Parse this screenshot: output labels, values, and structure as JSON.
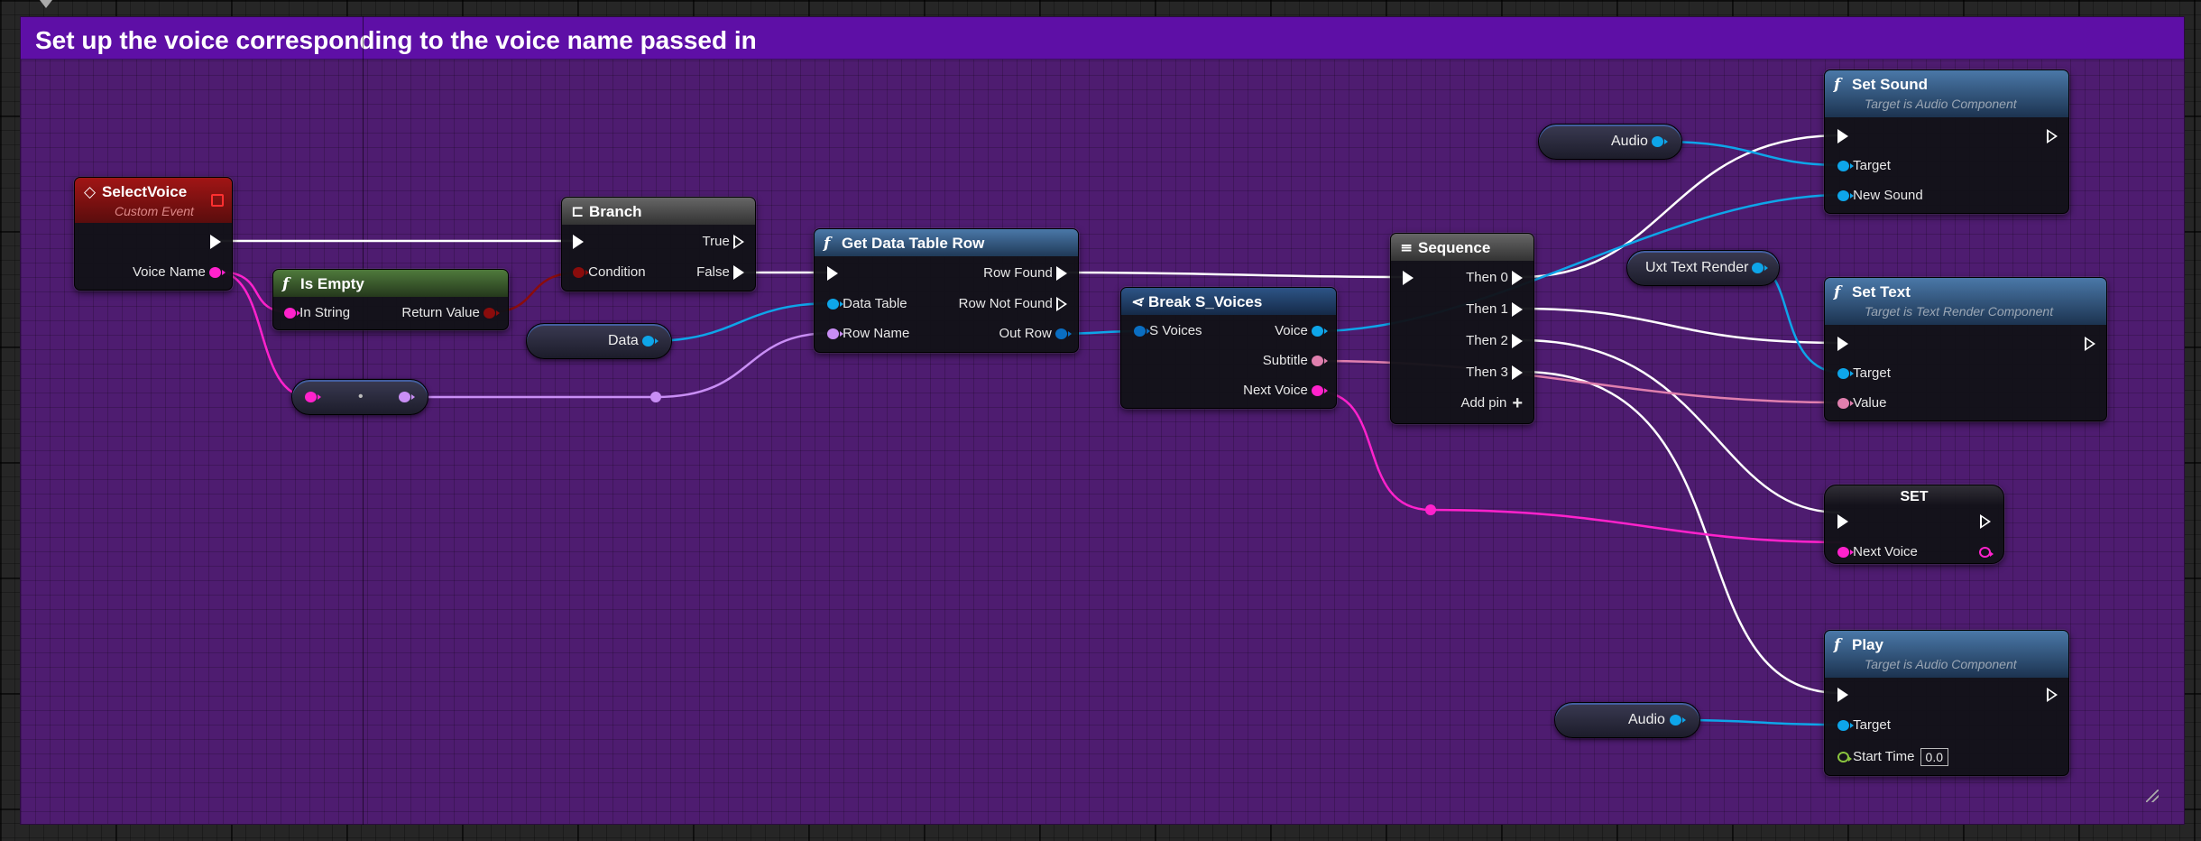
{
  "comment": {
    "title": "Set up the voice corresponding to the voice name passed in"
  },
  "colors": {
    "comment_bg": "#4e1c70",
    "comment_header": "#5e0fa6",
    "exec_wire": "#ffffff",
    "object_pin": "#0ea5e9",
    "string_pin": "#ff22cc",
    "name_pin": "#c98ef5",
    "bool_pin": "#8a0c0c",
    "text_pin": "#e07fae",
    "float_pin": "#8ac43f"
  },
  "nodes": {
    "select_voice": {
      "title": "SelectVoice",
      "subtitle": "Custom Event",
      "icon": "event-diamond-icon",
      "pin_voice_name": "Voice Name"
    },
    "is_empty": {
      "title": "Is Empty",
      "icon": "function-icon",
      "pin_in_string": "In String",
      "pin_return_value": "Return Value"
    },
    "branch": {
      "title": "Branch",
      "icon": "branch-icon",
      "pin_condition": "Condition",
      "pin_true": "True",
      "pin_false": "False"
    },
    "get_data_table_row": {
      "title": "Get Data Table Row",
      "icon": "function-icon",
      "pin_data_table": "Data Table",
      "pin_row_name": "Row Name",
      "pin_row_found": "Row Found",
      "pin_row_not_found": "Row Not Found",
      "pin_out_row": "Out Row"
    },
    "break_s_voices": {
      "title": "Break S_Voices",
      "icon": "break-struct-icon",
      "pin_s_voices": "S Voices",
      "pin_voice": "Voice",
      "pin_subtitle": "Subtitle",
      "pin_next_voice": "Next Voice"
    },
    "sequence": {
      "title": "Sequence",
      "icon": "sequence-icon",
      "pin_then0": "Then 0",
      "pin_then1": "Then 1",
      "pin_then2": "Then 2",
      "pin_then3": "Then 3",
      "add_pin": "Add pin"
    },
    "set_sound": {
      "title": "Set Sound",
      "subtitle": "Target is Audio Component",
      "icon": "function-icon",
      "pin_target": "Target",
      "pin_new_sound": "New Sound"
    },
    "set_text": {
      "title": "Set Text",
      "subtitle": "Target is Text Render Component",
      "icon": "function-icon",
      "pin_target": "Target",
      "pin_value": "Value"
    },
    "set_var": {
      "title": "SET",
      "pin_next_voice": "Next Voice"
    },
    "play": {
      "title": "Play",
      "subtitle": "Target is Audio Component",
      "icon": "function-icon",
      "pin_target": "Target",
      "pin_start_time": "Start Time",
      "start_time_value": "0.0"
    }
  },
  "variables": {
    "data": "Data",
    "audio_1": "Audio",
    "uxt_text_render": "Uxt Text Render",
    "audio_2": "Audio"
  }
}
